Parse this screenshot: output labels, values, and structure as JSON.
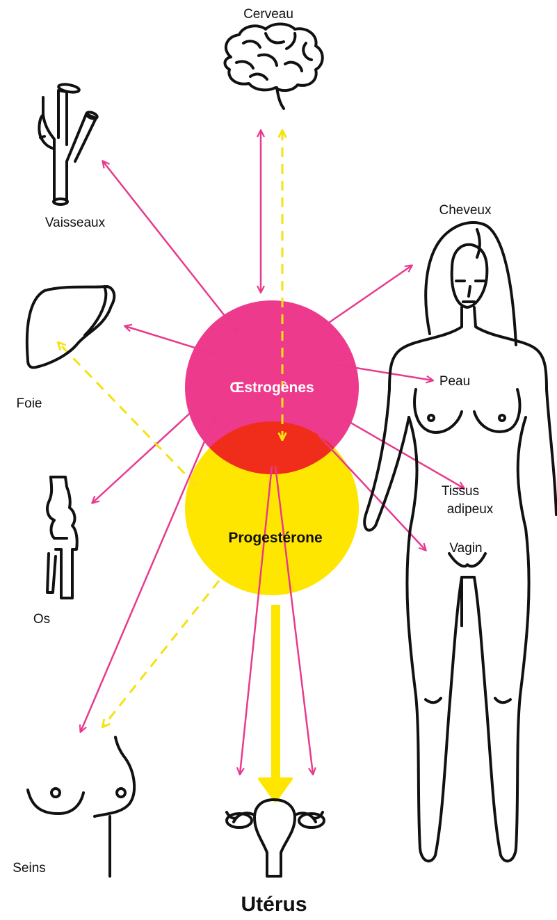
{
  "colors": {
    "estrogen": "#ee3a8c",
    "progesterone": "#ffe600",
    "overlap": "#f02d1a",
    "arrow_estrogen": "#e83a8c",
    "arrow_progesterone": "#f4e211",
    "line": "#111111"
  },
  "hormones": {
    "estrogen": "Œstrogènes",
    "progesterone": "Progestérone"
  },
  "organs": {
    "brain": "Cerveau",
    "vessels": "Vaisseaux",
    "liver": "Foie",
    "bones": "Os",
    "breasts": "Seins",
    "hair": "Cheveux",
    "skin": "Peau",
    "fat_label_1": "Tissus",
    "fat_label_2": "adipeux",
    "vagina": "Vagin"
  },
  "title": "Utérus",
  "icons": [
    "brain-icon",
    "vessels-icon",
    "liver-icon",
    "bone-icon",
    "breasts-icon",
    "woman-figure-icon",
    "uterus-icon"
  ]
}
